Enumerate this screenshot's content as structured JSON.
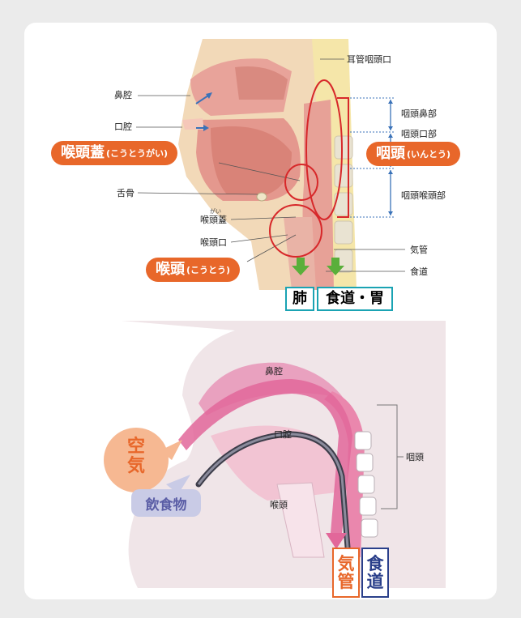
{
  "top_diagram": {
    "labels": {
      "nasal_cavity": "鼻腔",
      "oral_cavity": "口腔",
      "hyoid": "舌骨",
      "epiglottis_small": "喉頭蓋",
      "epiglottis_ruby": "がい",
      "laryngeal_inlet": "喉頭口",
      "eustachian_opening": "耳管咽頭口",
      "nasopharynx": "咽頭鼻部",
      "oropharynx": "咽頭口部",
      "laryngopharynx": "咽頭喉頭部",
      "trachea": "気管",
      "esophagus": "食道"
    },
    "callouts": {
      "epiglottis": {
        "main": "喉頭蓋",
        "reading": "(こうとうがい)"
      },
      "pharynx": {
        "main": "咽頭",
        "reading": "(いんとう)"
      },
      "larynx": {
        "main": "喉頭",
        "reading": "(こうとう)"
      }
    },
    "destinations": {
      "lung": "肺",
      "esophagus_stomach": "食道・胃"
    }
  },
  "bottom_diagram": {
    "labels": {
      "nasal_cavity": "鼻腔",
      "oral_cavity": "口腔",
      "pharynx": "咽頭",
      "larynx": "喉頭"
    },
    "air": {
      "line1": "空",
      "line2": "気"
    },
    "food": "飲食物",
    "trachea_box": {
      "line1": "気",
      "line2": "管"
    },
    "esophagus_box": {
      "line1": "食",
      "line2": "道"
    }
  },
  "colors": {
    "accent_orange": "#e8672a",
    "teal_box": "#1aa3b3",
    "navy_box": "#2a3f8a",
    "arrow_green": "#5aaf3a",
    "blue_marker": "#3a72b8",
    "circle_red": "#d7282a",
    "air_bubble": "#f6b892",
    "food_bubble": "#c9cbe6",
    "food_text": "#5b5ea6"
  }
}
